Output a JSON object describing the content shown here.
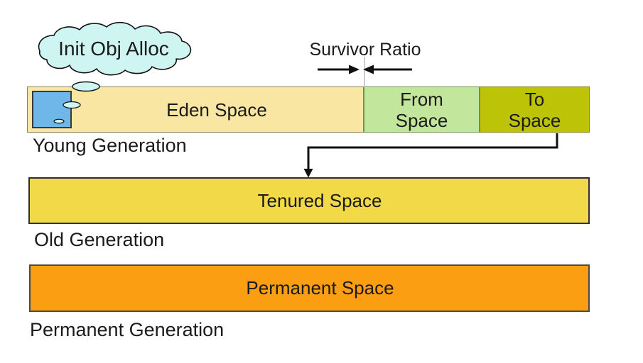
{
  "cloud": {
    "label": "Init Obj Alloc",
    "fill": "#cef5f2"
  },
  "survivor_ratio": {
    "label": "Survivor Ratio"
  },
  "young": {
    "caption": "Young Generation",
    "eden": {
      "label": "Eden Space",
      "fill": "#f8e6a2"
    },
    "from_space": {
      "line1": "From",
      "line2": "Space",
      "fill": "#c2e69c"
    },
    "to_space": {
      "line1": "To",
      "line2": "Space",
      "fill": "#bdc408"
    },
    "init_obj_fill": "#6fb6e9"
  },
  "old": {
    "caption": "Old Generation",
    "tenured": {
      "label": "Tenured Space",
      "fill": "#f2d948"
    }
  },
  "permanent": {
    "caption": "Permanent Generation",
    "space": {
      "label": "Permanent Space",
      "fill": "#fb9e11"
    }
  },
  "colors": {
    "arrow": "#111111",
    "divider_line": "#b0b0b0",
    "text": "#1b1b1b"
  }
}
